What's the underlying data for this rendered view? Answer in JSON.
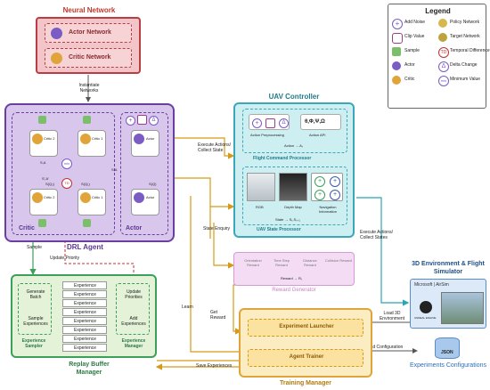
{
  "neural_network": {
    "title": "Neural Network",
    "actor_network": "Actor Network",
    "critic_network": "Critic Network",
    "instantiate": "Instantiate Networks"
  },
  "drl_agent": {
    "title": "DRL Agent",
    "critic_label": "Critic",
    "actor_label": "Actor",
    "critic2_top": "Critic 2",
    "critic1_top": "Critic 1",
    "critic2_bottom": "Critic 2",
    "critic1_bottom": "Critic 1",
    "actor_top": "Actor",
    "actor_bottom": "Actor",
    "s_a": "S,A",
    "s_a_right": "S,A",
    "sprime_aprime": "S',A'",
    "q1_q2_left": "S(Q₂)",
    "q1_q2_right": "S(Q₁)",
    "sq": "S(Q)"
  },
  "uav_controller": {
    "title": "UAV Controller",
    "action_preprocessing": "Action Preprocessing",
    "action_api": "Action API",
    "action_formula": "Action → Aₜ",
    "flight_command_processor": "Flight Command Processor",
    "rgb": "RGB",
    "depth_map": "Depth Map",
    "navigation_information": "Navigation Information",
    "state_formula": "State → Sₜ,Sₜ₊₁",
    "uav_state_processor": "UAV State Processor",
    "api_params": "θ,Φ,Ψ,Ω"
  },
  "reward_generator": {
    "title": "Reward Generator",
    "items": [
      "Orientation Reward",
      "Time Step Reward",
      "Distance Reward",
      "Collision Reward"
    ],
    "formula": "Reward → Rₜ"
  },
  "replay_buffer": {
    "title": "Replay Buffer Manager",
    "generate_batch": "Generate Batch",
    "sample_experiences": "Sample Experiences",
    "experience_sampler": "Experience Sampler",
    "update_priorities": "Update Priorities",
    "add_experiences": "Add Experiences",
    "experience_manager": "Experience Manager",
    "experiences": [
      "Experience",
      "Experience",
      "Experience",
      "Experience",
      "Experience",
      "Experience",
      "Experience",
      "Experience"
    ]
  },
  "training_manager": {
    "title": "Training Manager",
    "experiment_launcher": "Experiment Launcher",
    "agent_trainer": "Agent Trainer"
  },
  "environment": {
    "title": "3D Environment & Flight Simulator",
    "airsim": "Microsoft | AirSim",
    "unreal": "UNREAL ENGINE",
    "json": "JSON",
    "configs": "Experiments Configurations"
  },
  "flows": {
    "execute_actions_collect_state": "Execute Actions/ Collect State",
    "execute_actions_collect_states": "Execute Actions/ Collect States",
    "state_enquiry": "State Enquiry",
    "sample": "Sample",
    "update_priority": "Update Priority",
    "learn": "Learn",
    "get_reward": "Get Reward",
    "save_experiences": "Save Experiences",
    "load_3d_environment": "Load 3D Environment",
    "load_configuration": "Load Configuration"
  },
  "legend": {
    "title": "Legend",
    "items": [
      {
        "label": "Add Noise",
        "icon": "add-noise-icon"
      },
      {
        "label": "Policy Network",
        "icon": "policy-network-icon"
      },
      {
        "label": "Clip Value",
        "icon": "clip-value-icon"
      },
      {
        "label": "Target Network",
        "icon": "target-network-icon"
      },
      {
        "label": "Sample",
        "icon": "sample-icon"
      },
      {
        "label": "Temporal Difference",
        "icon": "temporal-difference-icon"
      },
      {
        "label": "Actor",
        "icon": "actor-icon"
      },
      {
        "label": "Delta Change",
        "icon": "delta-change-icon"
      },
      {
        "label": "Critic",
        "icon": "critic-icon"
      },
      {
        "label": "Minimum Value",
        "icon": "minimum-value-icon"
      }
    ],
    "td": "TD",
    "min": "min"
  },
  "colors": {
    "neural": "#f3c5c8",
    "drl": "#d9c6ec",
    "uav": "#cdeff2",
    "reward": "#f4dcf4",
    "replay": "#e4f2d8",
    "training": "#fbedc1",
    "env": "#dbe9f8"
  }
}
